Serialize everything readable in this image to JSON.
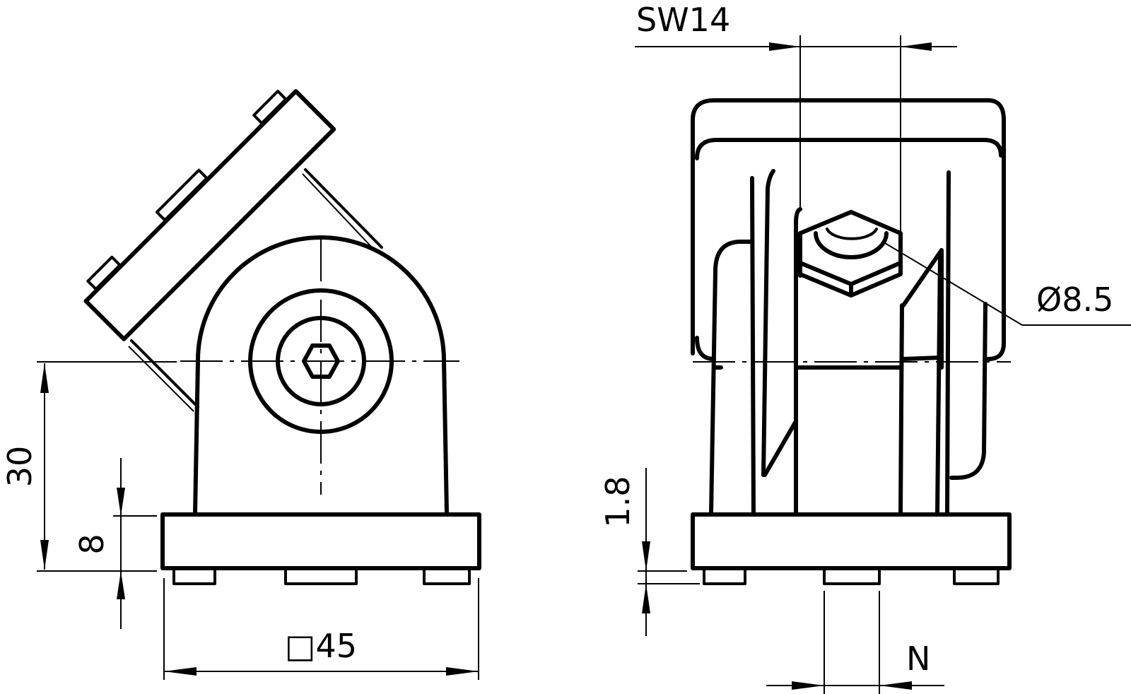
{
  "drawing": {
    "type": "technical-drawing",
    "subject": "angle bracket / pivot joint with base plate",
    "colors": {
      "line": "#000000",
      "background": "#ffffff"
    },
    "views": [
      {
        "name": "side-view",
        "position": "left"
      },
      {
        "name": "front-view",
        "position": "right"
      }
    ]
  },
  "dimensions": {
    "height_total": {
      "label": "30",
      "view": "side-view",
      "orientation": "vertical"
    },
    "base_height": {
      "label": "8",
      "view": "side-view",
      "orientation": "vertical"
    },
    "base_width": {
      "label": "□45",
      "symbol": "square",
      "value": "45",
      "view": "side-view",
      "orientation": "horizontal"
    },
    "wrench_size": {
      "label": "SW14",
      "view": "front-view",
      "orientation": "horizontal"
    },
    "bore_diameter": {
      "label": "Ø8.5",
      "view": "front-view",
      "leader": true
    },
    "foot_height": {
      "label": "1.8",
      "view": "front-view",
      "orientation": "vertical"
    },
    "slot_width": {
      "label": "N",
      "view": "front-view",
      "orientation": "horizontal"
    }
  }
}
